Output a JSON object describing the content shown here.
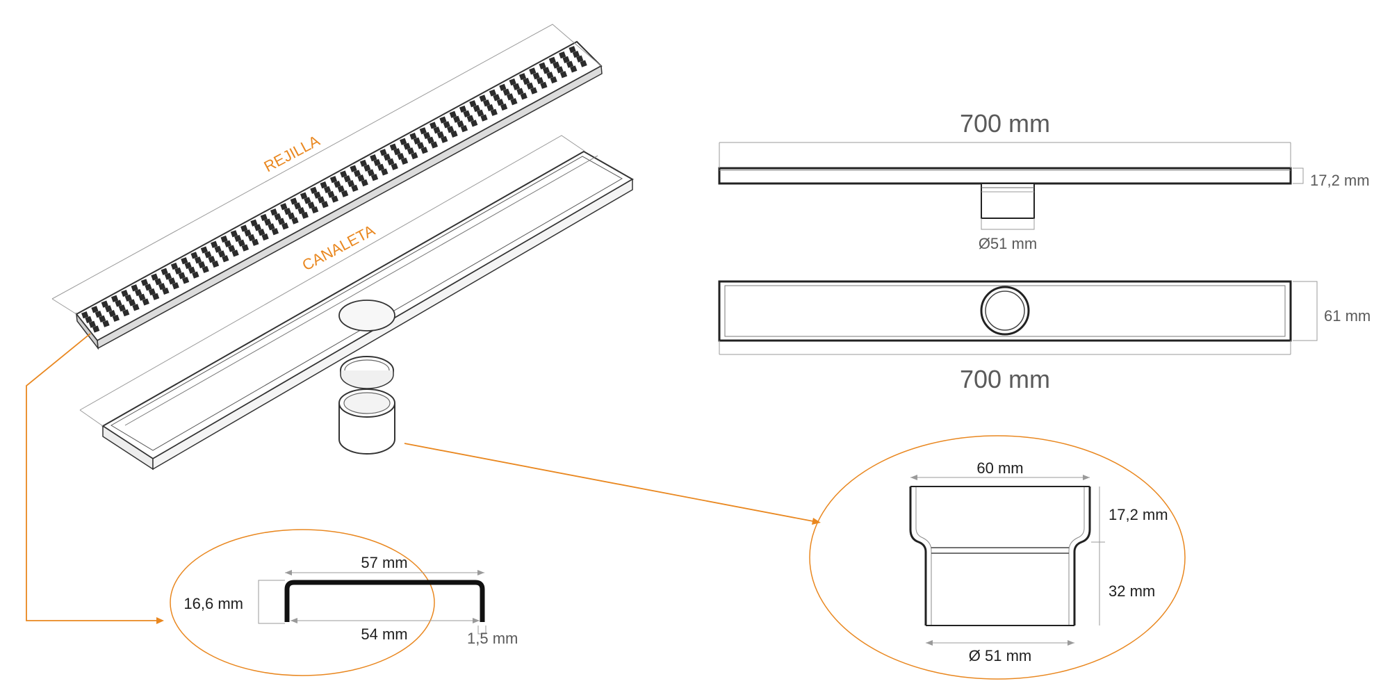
{
  "labels": {
    "rejilla": "REJILLA",
    "canaleta": "CANALETA"
  },
  "top_view": {
    "length": "700 mm",
    "height": "17,2 mm",
    "outlet_diameter": "Ø51 mm"
  },
  "plan_view": {
    "length": "700 mm",
    "width": "61 mm"
  },
  "grate_section": {
    "outer_width": "57 mm",
    "inner_width": "54 mm",
    "height": "16,6 mm",
    "thickness": "1,5 mm"
  },
  "outlet_section": {
    "top_width": "60 mm",
    "top_height": "17,2 mm",
    "pipe_height": "32 mm",
    "pipe_diameter": "Ø 51 mm"
  },
  "colors": {
    "accent": "#e9871f",
    "line": "#444444",
    "dimension": "#9a9a9a"
  }
}
